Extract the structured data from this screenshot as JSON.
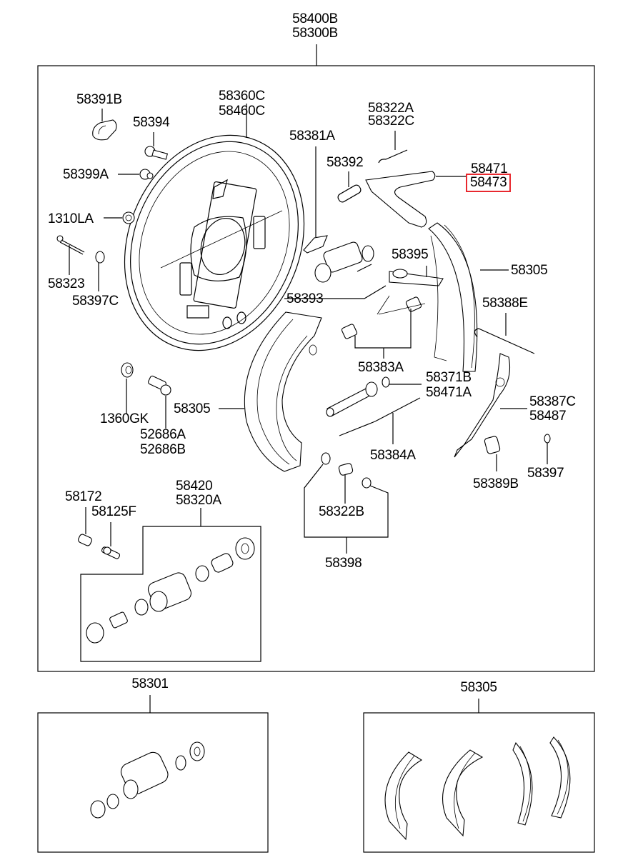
{
  "title_labels": [
    "58400B",
    "58300B"
  ],
  "highlight_color": "#e8282e",
  "main_assembly": {
    "labels": {
      "p58391B": "58391B",
      "p58394": "58394",
      "p58399A": "58399A",
      "p1310LA": "1310LA",
      "p58323": "58323",
      "p58397C": "58397C",
      "p58360C": "58360C",
      "p58460C": "58460C",
      "p58381A": "58381A",
      "p58392": "58392",
      "p58322A": "58322A",
      "p58322C": "58322C",
      "p58471": "58471",
      "p58473": "58473",
      "p58395": "58395",
      "p58305_right": "58305",
      "p58393": "58393",
      "p58388E": "58388E",
      "p58383A": "58383A",
      "p58371B": "58371B",
      "p58471A": "58471A",
      "p58387C": "58387C",
      "p58487": "58487",
      "p1360GK": "1360GK",
      "p52686A": "52686A",
      "p52686B": "52686B",
      "p58305_left": "58305",
      "p58384A": "58384A",
      "p58389B": "58389B",
      "p58397": "58397",
      "p58172": "58172",
      "p58125F": "58125F",
      "p58420": "58420",
      "p58320A": "58320A",
      "p58322B": "58322B",
      "p58398": "58398"
    },
    "highlighted_part": "58473"
  },
  "sub_assemblies": [
    {
      "label": "58301",
      "content": "wheel cylinder kit"
    },
    {
      "label": "58305",
      "content": "brake shoe set"
    }
  ]
}
